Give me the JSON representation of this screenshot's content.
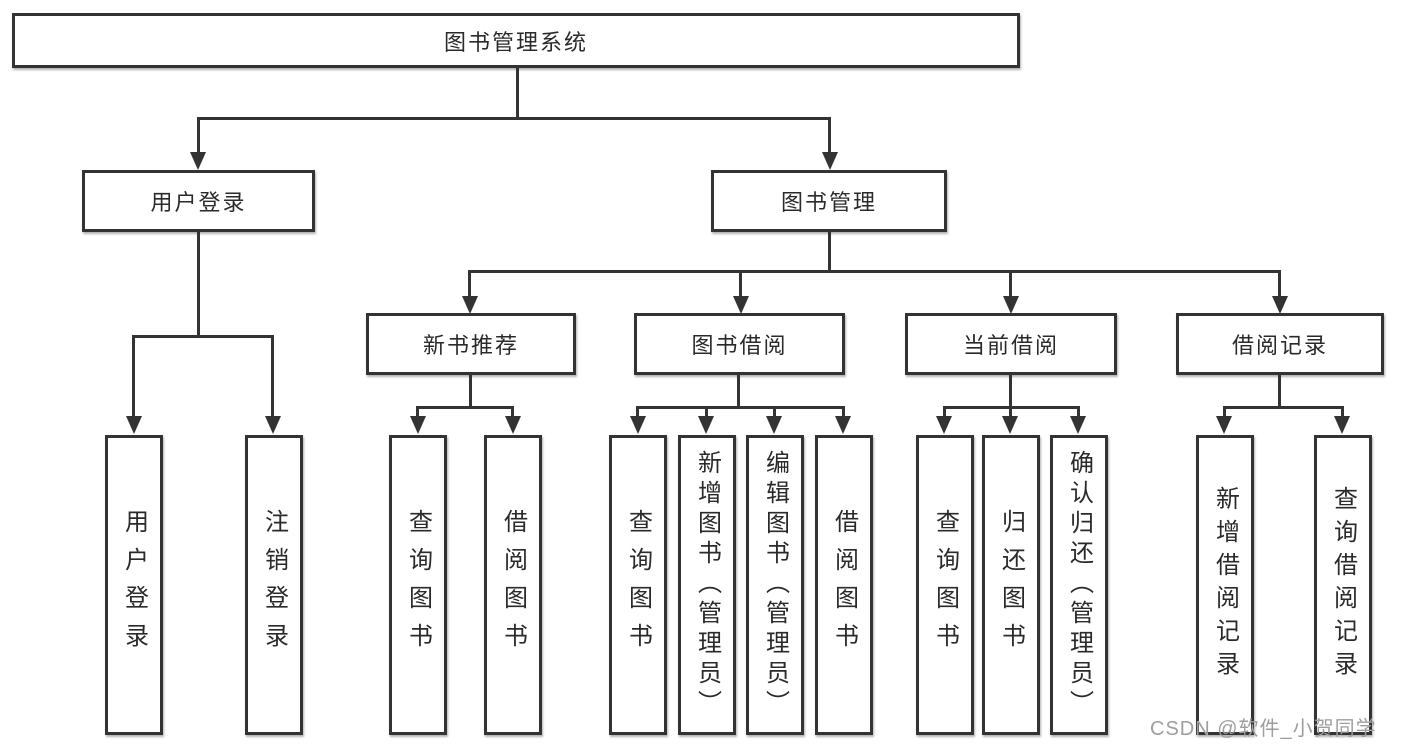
{
  "tree": {
    "root": {
      "label": "图书管理系统",
      "children": [
        {
          "label": "用户登录",
          "children": [
            {
              "label": "用户登录"
            },
            {
              "label": "注销登录"
            }
          ]
        },
        {
          "label": "图书管理",
          "children": [
            {
              "label": "新书推荐",
              "children": [
                {
                  "label": "查询图书"
                },
                {
                  "label": "借阅图书"
                }
              ]
            },
            {
              "label": "图书借阅",
              "children": [
                {
                  "label": "查询图书"
                },
                {
                  "label": "新增图书（管理员）"
                },
                {
                  "label": "编辑图书（管理员）"
                },
                {
                  "label": "借阅图书"
                }
              ]
            },
            {
              "label": "当前借阅",
              "children": [
                {
                  "label": "查询图书"
                },
                {
                  "label": "归还图书"
                },
                {
                  "label": "确认归还（管理员）"
                }
              ]
            },
            {
              "label": "借阅记录",
              "children": [
                {
                  "label": "新增借阅记录"
                },
                {
                  "label": "查询借阅记录"
                }
              ]
            }
          ]
        }
      ]
    }
  },
  "watermark": {
    "text": "CSDN @软件_小贺同学"
  },
  "colors": {
    "line": "#333333",
    "node-border": "#333333",
    "node-bg": "#ffffff",
    "text": "#2a2a2a",
    "watermark": "#9e9e9e"
  }
}
